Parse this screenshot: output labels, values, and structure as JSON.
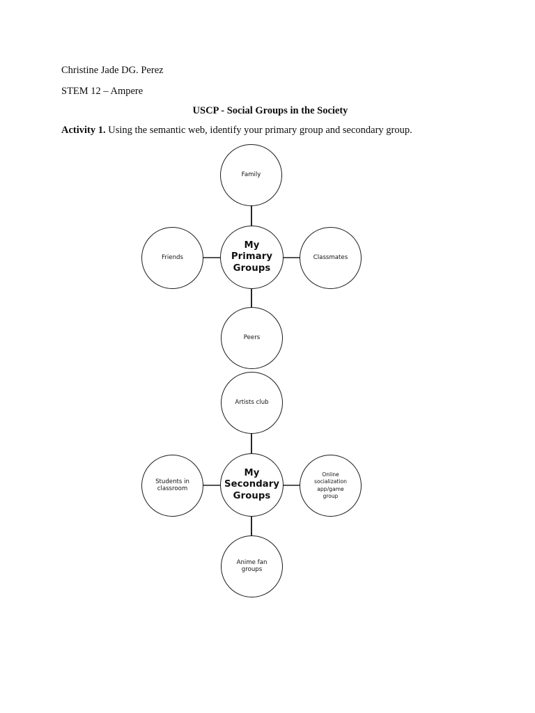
{
  "document": {
    "student_name": "Christine Jade DG. Perez",
    "section": "STEM 12 – Ampere",
    "title": "USCP - Social Groups in the Society",
    "activity_label": "Activity 1.",
    "activity_text": " Using the semantic web, identify your primary group and secondary group."
  },
  "diagram": {
    "type": "semantic-web",
    "stroke_color": "#1a1a1a",
    "fill_color": "#ffffff",
    "clusters": [
      {
        "hub": "My Primary Groups",
        "hub_lines": [
          "My",
          "Primary",
          "Groups"
        ],
        "satellites": [
          {
            "label": "Family",
            "lines": [
              "Family"
            ],
            "position": "top"
          },
          {
            "label": "Friends",
            "lines": [
              "Friends"
            ],
            "position": "left"
          },
          {
            "label": "Classmates",
            "lines": [
              "Classmates"
            ],
            "position": "right"
          },
          {
            "label": "Peers",
            "lines": [
              "Peers"
            ],
            "position": "bottom"
          }
        ]
      },
      {
        "hub": "My Secondary Groups",
        "hub_lines": [
          "My",
          "Secondary",
          "Groups"
        ],
        "satellites": [
          {
            "label": "Artists club",
            "lines": [
              "Artists club"
            ],
            "position": "top"
          },
          {
            "label": "Students in classroom",
            "lines": [
              "Students in",
              "classroom"
            ],
            "position": "left"
          },
          {
            "label": "Online socialization app/game group",
            "lines": [
              "Online",
              "socialization",
              "app/game",
              "group"
            ],
            "position": "right"
          },
          {
            "label": "Anime fan groups",
            "lines": [
              "Anime fan",
              "groups"
            ],
            "position": "bottom"
          }
        ]
      }
    ]
  }
}
